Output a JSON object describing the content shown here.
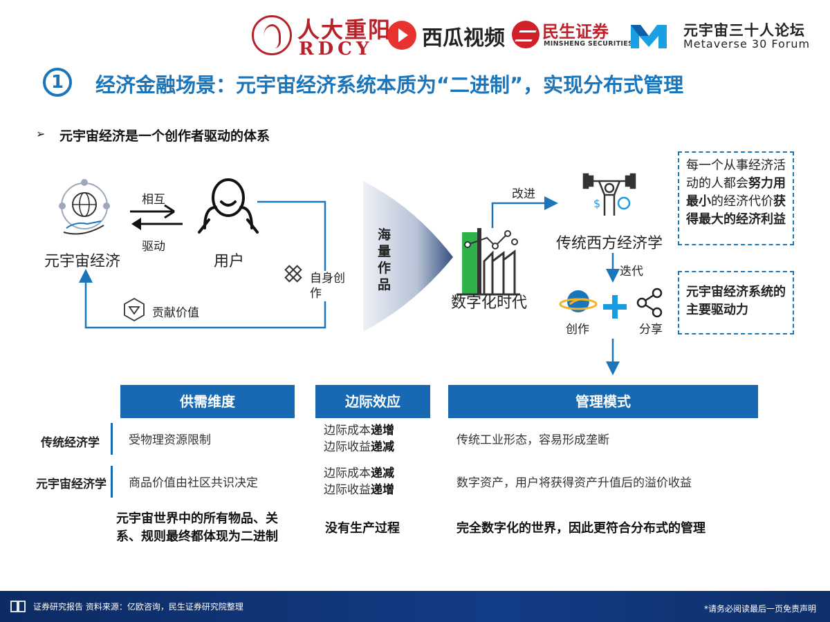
{
  "header": {
    "logo1_cn": "人大重阳",
    "logo1_en": "RDCY",
    "logo2": "西瓜视频",
    "logo3_cn": "民生证券",
    "logo3_en": "MINSHENG SECURITIES",
    "logo4_cn": "元宇宙三十人论坛",
    "logo4_en": "Metaverse 30 Forum"
  },
  "title": {
    "number": "1",
    "text": "经济金融场景：元宇宙经济系统本质为“二进制”，实现分布式管理"
  },
  "subtitle": "元宇宙经济是一个创作者驱动的体系",
  "diagram": {
    "metaverse_economy": "元宇宙经济",
    "user": "用户",
    "mutual": "相互",
    "drive": "驱动",
    "self_create": "自身创作",
    "contribute_value": "贡献价值",
    "massive_works": "海量作品",
    "digital_era": "数字化时代",
    "improve": "改进",
    "western_econ": "传统西方经济学",
    "iterate": "迭代",
    "create": "创作",
    "share": "分享",
    "box1_parts": [
      "每一个从事经济活动的人都会",
      "努力用最小",
      "的经济代价",
      "获得最大的经济利益"
    ],
    "box2": "元宇宙经济系统的主要驱动力"
  },
  "table": {
    "headers": [
      "供需维度",
      "边际效应",
      "管理模式"
    ],
    "row1_label": "传统经济学",
    "row1_supply": "受物理资源限制",
    "row1_marg_a": "边际成本",
    "row1_marg_a_b": "递增",
    "row1_marg_b": "边际收益",
    "row1_marg_b_b": "递减",
    "row1_mgmt": "传统工业形态，容易形成垄断",
    "row2_label": "元宇宙经济学",
    "row2_supply": "商品价值由社区共识决定",
    "row2_marg_a": "边际成本",
    "row2_marg_a_b": "递减",
    "row2_marg_b": "边际收益",
    "row2_marg_b_b": "递增",
    "row2_mgmt": "数字资产，用户将获得资产升值后的溢价收益",
    "row3_supply_1": "元宇宙世界中的所有物品、关",
    "row3_supply_2": "系、规则最终都体现为二进制",
    "row3_marg": "没有生产过程",
    "row3_mgmt": "完全数字化的世界，因此更符合分布式的管理"
  },
  "footer": {
    "left": "证券研究报告  资料来源：亿欧咨询，民生证券研究院整理",
    "right": "*请务必阅读最后一页免责声明"
  },
  "colors": {
    "accent": "#1a75bb",
    "header_bar": "#1769b3",
    "green": "#2db34a",
    "footer": "#0d2b63"
  }
}
